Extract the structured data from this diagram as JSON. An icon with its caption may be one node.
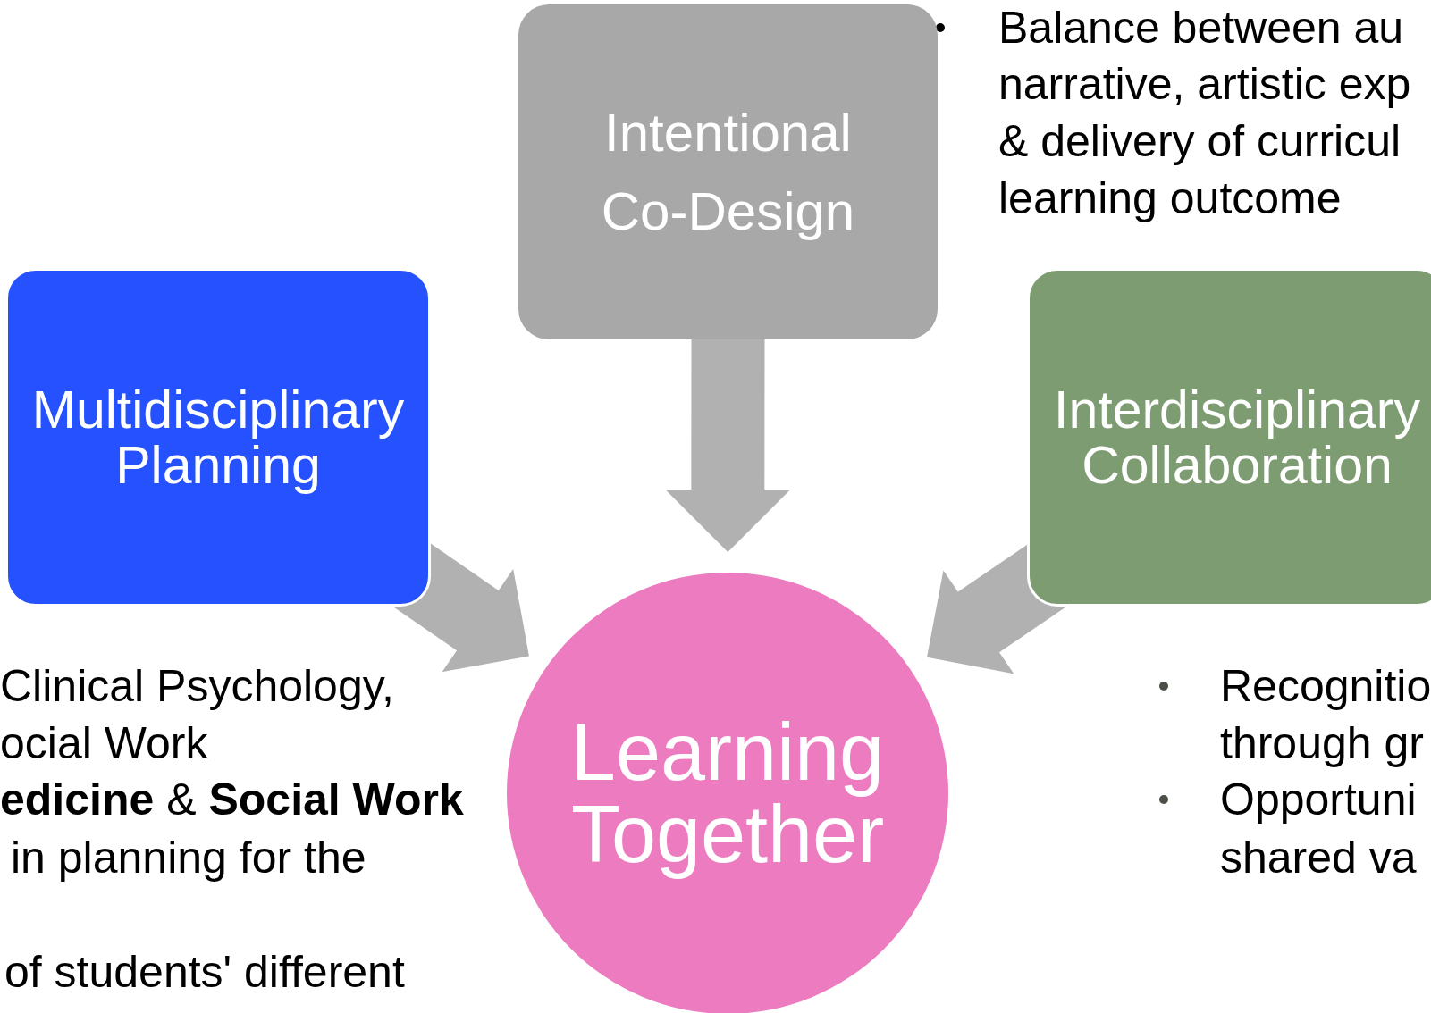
{
  "diagram": {
    "nodes": [
      {
        "text": [
          "Intentional Co-Design"
        ]
      },
      {
        "text": [
          "Multidisciplinary Planning"
        ]
      },
      {
        "text": [
          "Interdisciplinary Collaboration"
        ]
      },
      {
        "text": [
          "Learning Together"
        ]
      }
    ],
    "edges": [
      {
        "from": 0,
        "to": 3,
        "arrow": "to"
      },
      {
        "from": 1,
        "to": 3,
        "arrow": "to"
      },
      {
        "from": 2,
        "to": 3,
        "arrow": "to"
      }
    ],
    "labels": [
      "Balance between au",
      "narrative, artistic exp",
      "& delivery of curricul",
      "learning outcome",
      "Clinical Psychology,",
      "ocial Work",
      "**edicine** & **Social Work**",
      "in planning for the",
      "of students' different",
      "Recognitio",
      "through gr",
      "Opportuni",
      "shared va"
    ]
  }
}
